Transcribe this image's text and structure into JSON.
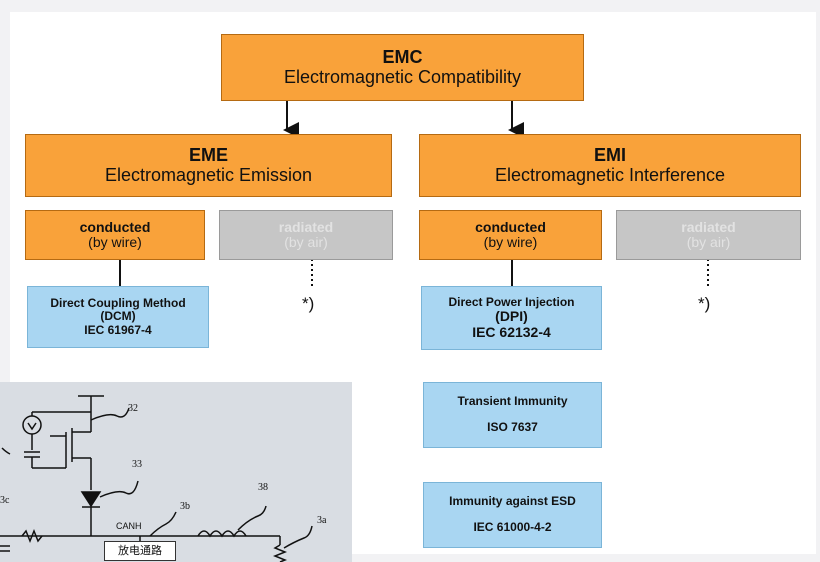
{
  "emc": {
    "abbr": "EMC",
    "full": "Electromagnetic Compatibility"
  },
  "eme": {
    "abbr": "EME",
    "full": "Electromagnetic Emission"
  },
  "emi": {
    "abbr": "EMI",
    "full": "Electromagnetic Interference"
  },
  "eme_conducted": {
    "title": "conducted",
    "sub": "(by wire)"
  },
  "eme_radiated": {
    "title": "radiated",
    "sub": "(by air)"
  },
  "emi_conducted": {
    "title": "conducted",
    "sub": "(by wire)"
  },
  "emi_radiated": {
    "title": "radiated",
    "sub": "(by air)"
  },
  "dcm": {
    "line1": "Direct Coupling Method",
    "line2": "(DCM)",
    "line3": "IEC 61967-4"
  },
  "dpi": {
    "line1": "Direct Power Injection",
    "line2": "(DPI)",
    "line3": "IEC 62132-4"
  },
  "transient": {
    "line1": "Transient Immunity",
    "line2": "ISO 7637"
  },
  "esd": {
    "line1": "Immunity against ESD",
    "line2": "IEC 61000-4-2"
  },
  "asterisk_note": "*)",
  "circuit": {
    "labels": {
      "l32": "32",
      "l33": "33",
      "l38": "38",
      "l3b": "3b",
      "l3a": "3a",
      "l3c": "3c",
      "canh": "CANH"
    },
    "discharge_box": "放电通路"
  },
  "colors": {
    "orange": "#f9a23a",
    "grey": "#c6c6c6",
    "blue": "#a9d6f2",
    "inset_bg": "#d9dde3"
  }
}
